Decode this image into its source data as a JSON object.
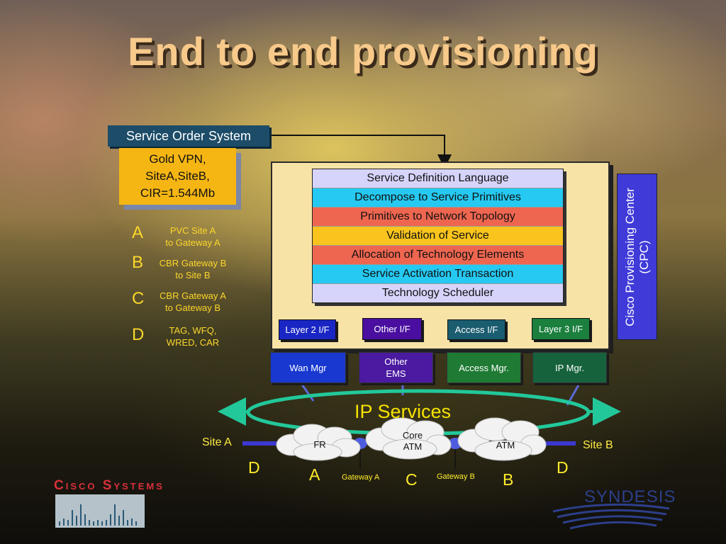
{
  "title": "End to end provisioning",
  "service_order": {
    "label": "Service Order System",
    "order_lines": [
      "Gold VPN,",
      "SiteA,SiteB,",
      "CIR=1.544Mb"
    ]
  },
  "legend": [
    {
      "letter": "A",
      "lines": [
        "PVC Site A",
        "to Gateway A"
      ]
    },
    {
      "letter": "B",
      "lines": [
        "CBR Gateway B",
        "to Site B"
      ]
    },
    {
      "letter": "C",
      "lines": [
        "CBR Gateway A",
        "to Gateway B"
      ]
    },
    {
      "letter": "D",
      "lines": [
        "TAG, WFQ,",
        "WRED, CAR"
      ]
    }
  ],
  "stack": [
    {
      "label": "Service Definition Language",
      "color": "#d6d4fb"
    },
    {
      "label": "Decompose to Service Primitives",
      "color": "#25c9f1"
    },
    {
      "label": "Primitives to Network Topology",
      "color": "#ef6650"
    },
    {
      "label": "Validation of Service",
      "color": "#f9c41d"
    },
    {
      "label": "Allocation of Technology Elements",
      "color": "#ef6650"
    },
    {
      "label": "Service Activation Transaction",
      "color": "#25c9f1"
    },
    {
      "label": "Technology Scheduler",
      "color": "#d6d4fb"
    }
  ],
  "interfaces": {
    "layer2": "Layer 2 I/F",
    "other": "Other I/F",
    "access": "Access I/F",
    "layer3": "Layer 3 I/F"
  },
  "managers": {
    "wan": "Wan Mgr",
    "other_ems": [
      "Other",
      "EMS"
    ],
    "access": "Access Mgr.",
    "ip": "IP Mgr."
  },
  "cpc": [
    "Cisco Provisioning Center",
    "(CPC)"
  ],
  "network": {
    "ip_services": "IP Services",
    "site_a": "Site A",
    "site_b": "Site B",
    "clouds": {
      "fr": "FR",
      "core_atm": [
        "Core",
        "ATM"
      ],
      "atm": "ATM"
    },
    "gateway_a": "Gateway A",
    "gateway_b": "Gateway B",
    "letters": {
      "d_left": "D",
      "a": "A",
      "c": "C",
      "b": "B",
      "d_right": "D"
    }
  },
  "logos": {
    "cisco": "Cisco Systems",
    "syndesis": "SYNDESIS"
  },
  "colors": {
    "title": "#f7c98a",
    "accent_yellow": "#fbd72a",
    "cpc": "#3f3ad8",
    "ring": "#22c89a"
  }
}
